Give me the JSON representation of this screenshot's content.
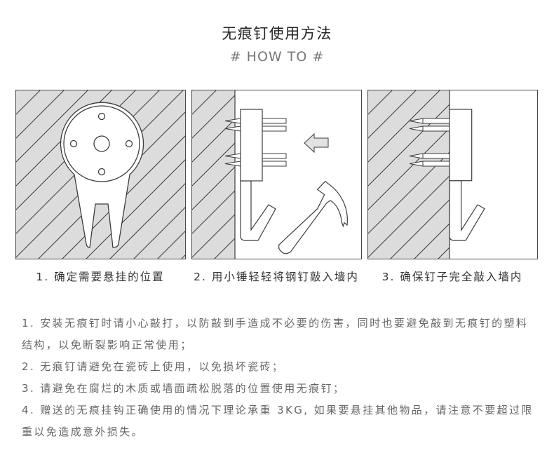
{
  "header": {
    "title": "无痕钉使用方法",
    "subtitle": "# HOW TO #"
  },
  "colors": {
    "wall_fill": "#dcdcdc",
    "outline": "#3c3c3c",
    "arrow_fill": "#e2e2e2",
    "title_text": "#222222",
    "subtitle_text": "#777777",
    "caption_text": "#333333",
    "body_text": "#666666"
  },
  "steps": [
    {
      "caption": "1. 确定需要悬挂的位置",
      "illustration": "hook-front-view-on-wall",
      "icons": [
        "wall-hatch-icon",
        "hook-plate-icon"
      ]
    },
    {
      "caption": "2. 用小锤轻轻将钢钉敲入墙内",
      "illustration": "hammering-nails-into-wall",
      "icons": [
        "wall-hatch-icon",
        "hook-side-icon",
        "nail-icon",
        "left-arrow-icon",
        "hammer-icon"
      ]
    },
    {
      "caption": "3. 确保钉子完全敲入墙内",
      "illustration": "nails-fully-inserted",
      "icons": [
        "wall-hatch-icon",
        "hook-side-icon",
        "nail-icon"
      ]
    }
  ],
  "notes": [
    {
      "lines": [
        "1. 安装无痕钉时请小心敲打，以防敲到手造成不必要的伤害，同时也要避免敲到无痕钉的塑料",
        "结构，以免断裂影响正常使用；"
      ]
    },
    {
      "lines": [
        "2. 无痕钉请避免在瓷砖上使用，以免损坏瓷砖；"
      ]
    },
    {
      "lines": [
        "3. 请避免在腐烂的木质或墙面疏松脱落的位置使用无痕钉；"
      ]
    },
    {
      "lines": [
        "4. 赠送的无痕挂钩正确使用的情况下理论承重 3KG, 如果要悬挂其他物品，请注意不要超过限",
        "重以免造成意外损失。"
      ]
    }
  ]
}
